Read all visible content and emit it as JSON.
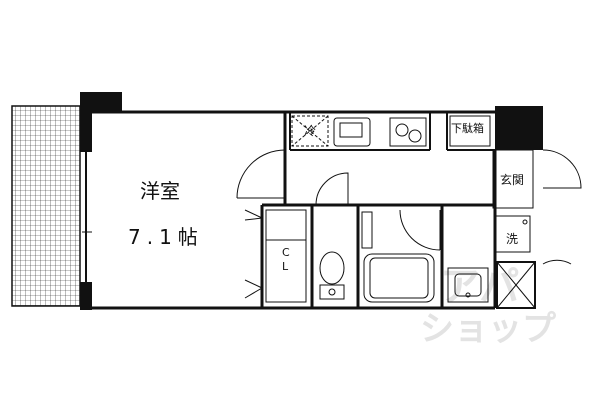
{
  "rooms": {
    "western_room_label": "洋室",
    "western_room_size": "7.1帖",
    "closet_label_top": "C",
    "closet_label_bottom": "L",
    "fridge_label": "冷",
    "shoe_box_label": "下駄箱",
    "entrance_label": "玄関",
    "washer_label": "洗"
  },
  "watermark": {
    "line1": "アパ",
    "line2": "ショップ"
  },
  "colors": {
    "wall": "#111111",
    "watermark": "#e3e3e3"
  }
}
